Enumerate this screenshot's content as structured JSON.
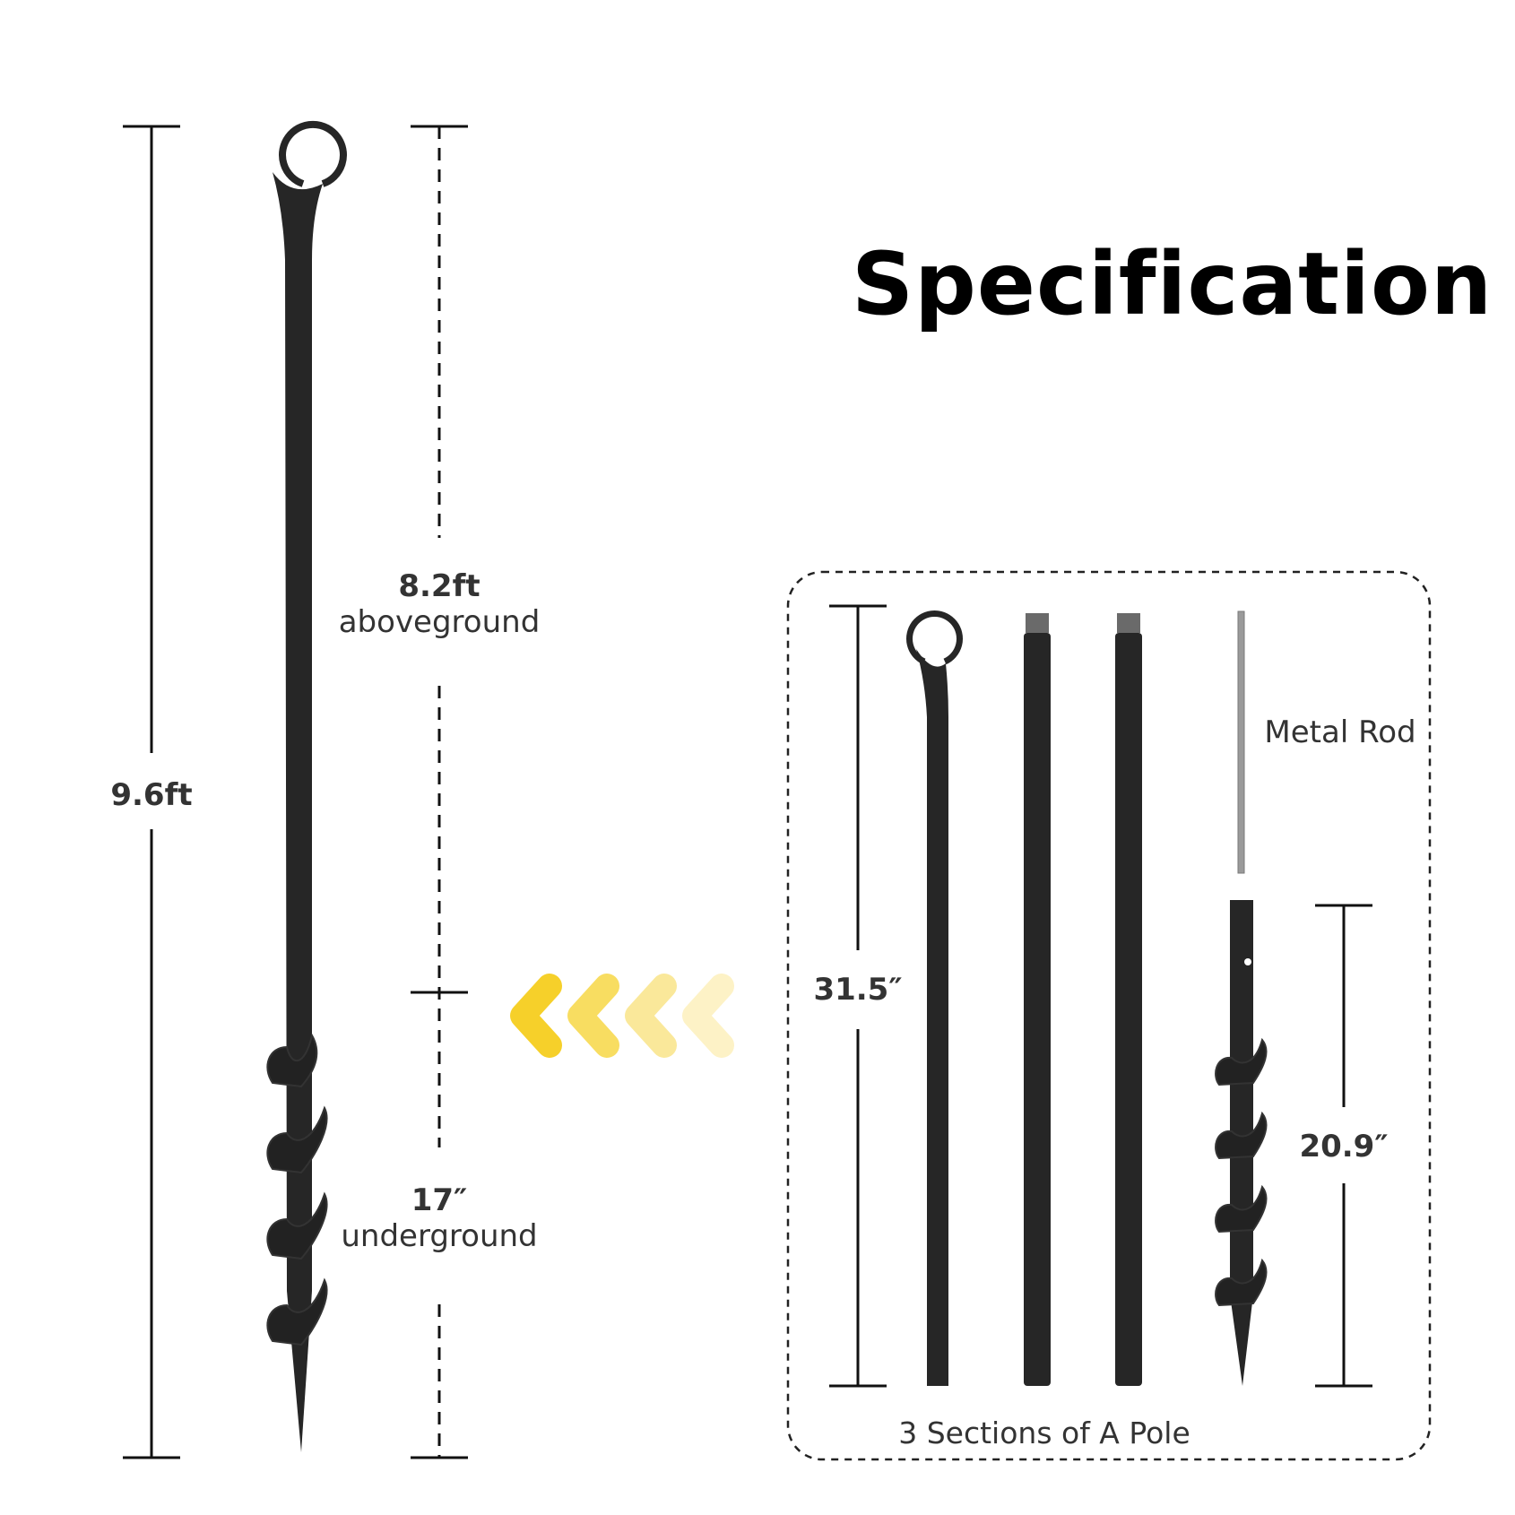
{
  "title": "Specification",
  "overall": {
    "total_height": "9.6ft",
    "aboveground_value": "8.2ft",
    "aboveground_label": "aboveground",
    "underground_value": "17″",
    "underground_label": "underground"
  },
  "parts": {
    "section_length": "31.5″",
    "anchor_length": "20.9″",
    "metal_rod_label": "Metal Rod",
    "sections_caption": "3 Sections of A Pole"
  },
  "colors": {
    "pole": "#262626",
    "arrow": "#f6d02a",
    "rod": "#9a9a9a"
  }
}
